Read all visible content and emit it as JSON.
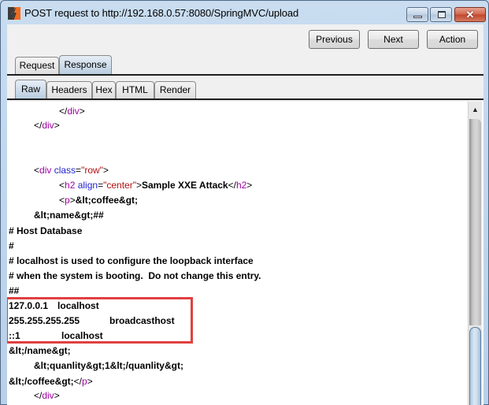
{
  "window": {
    "title": "POST request to http://192.168.0.57:8080/SpringMVC/upload",
    "icon": "burp-lightning-icon",
    "controls": {
      "minimize": "minimize-icon",
      "maximize": "maximize-icon",
      "close": "✕"
    }
  },
  "toolbar": {
    "previous_label": "Previous",
    "next_label": "Next",
    "action_label": "Action"
  },
  "outer_tabs": [
    {
      "label": "Request",
      "active": false
    },
    {
      "label": "Response",
      "active": true
    }
  ],
  "inner_tabs": [
    {
      "label": "Raw",
      "active": true
    },
    {
      "label": "Headers",
      "active": false
    },
    {
      "label": "Hex",
      "active": false
    },
    {
      "label": "HTML",
      "active": false
    },
    {
      "label": "Render",
      "active": false
    }
  ],
  "editor": {
    "lines": {
      "l0": {
        "a": "</",
        "tag": "div",
        "b": ">"
      },
      "l1": {
        "a": "</",
        "tag": "div",
        "b": ">"
      },
      "l4": {
        "a": "<",
        "tag": "div",
        "sp": " ",
        "attr": "class",
        "eq": "=",
        "val": "\"row\"",
        "b": ">"
      },
      "l5": {
        "a": "<",
        "tag": "h2",
        "sp": " ",
        "attr": "align",
        "eq": "=",
        "val": "\"center\"",
        "b": ">",
        "text": "Sample XXE Attack",
        "c": "</",
        "ctag": "h2",
        "d": ">"
      },
      "l6": {
        "a": "<",
        "tag": "p",
        "b": ">",
        "text": "&lt;coffee&gt;"
      },
      "l7": {
        "text": "&lt;name&gt;##"
      },
      "l8": {
        "text": "# Host Database"
      },
      "l9": {
        "text": "#"
      },
      "l10": {
        "text": "# localhost is used to configure the loopback interface"
      },
      "l11": {
        "text": "# when the system is booting.  Do not change this entry."
      },
      "l12": {
        "text": "##"
      },
      "l13": {
        "ip": "127.0.0.1",
        "host": "localhost"
      },
      "l14": {
        "ip": "255.255.255.255",
        "host": "broadcasthost"
      },
      "l15": {
        "ip": "::1",
        "host": "localhost"
      },
      "l16": {
        "text": "&lt;/name&gt;"
      },
      "l17": {
        "text": "&lt;quanlity&gt;1&lt;/quanlity&gt;"
      },
      "l18": {
        "text": "&lt;/coffee&gt;",
        "a": "</",
        "tag": "p",
        "b": ">"
      },
      "l19": {
        "a": "</",
        "tag": "div",
        "b": ">"
      }
    },
    "highlight_color": "#e04040"
  },
  "colors": {
    "tag_name": "#a000a0",
    "attr_name": "#1f1fd0",
    "attr_value": "#b01010",
    "highlight_box": "#e04040"
  },
  "scrollbar": {
    "up_arrow": "▲"
  }
}
